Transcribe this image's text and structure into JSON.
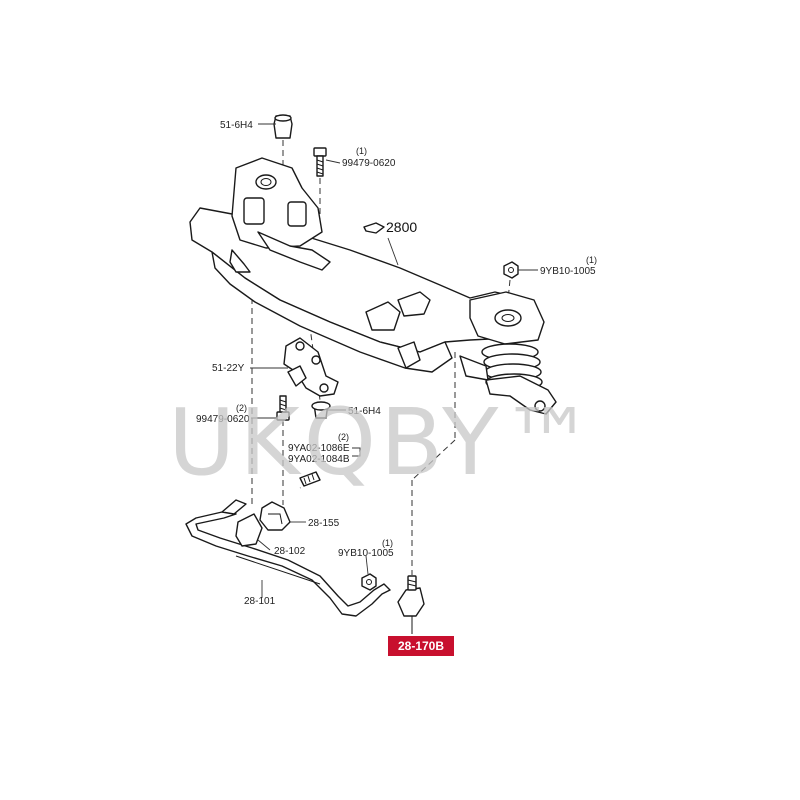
{
  "watermark": "UKQBY™",
  "callouts": {
    "p1": {
      "code": "51-6H4",
      "qty": ""
    },
    "p2": {
      "code": "99479-0620",
      "qty": "(1)"
    },
    "p3": {
      "code": "2800",
      "qty": ""
    },
    "p4": {
      "code": "9YB10-1005",
      "qty": "(1)"
    },
    "p5": {
      "code": "51-22Y",
      "qty": ""
    },
    "p6": {
      "code": "99479-0620",
      "qty": "(2)"
    },
    "p7": {
      "code": "51-6H4",
      "qty": ""
    },
    "p8": {
      "code": "9YA02-1086E",
      "qty": "(2)"
    },
    "p9": {
      "code": "9YA02-1084B",
      "qty": ""
    },
    "p10": {
      "code": "28-155",
      "qty": ""
    },
    "p11": {
      "code": "28-102",
      "qty": ""
    },
    "p12": {
      "code": "9YB10-1005",
      "qty": "(1)"
    },
    "p13": {
      "code": "28-101",
      "qty": ""
    }
  },
  "highlight": {
    "code": "28-170B",
    "color": "#c8102e"
  }
}
